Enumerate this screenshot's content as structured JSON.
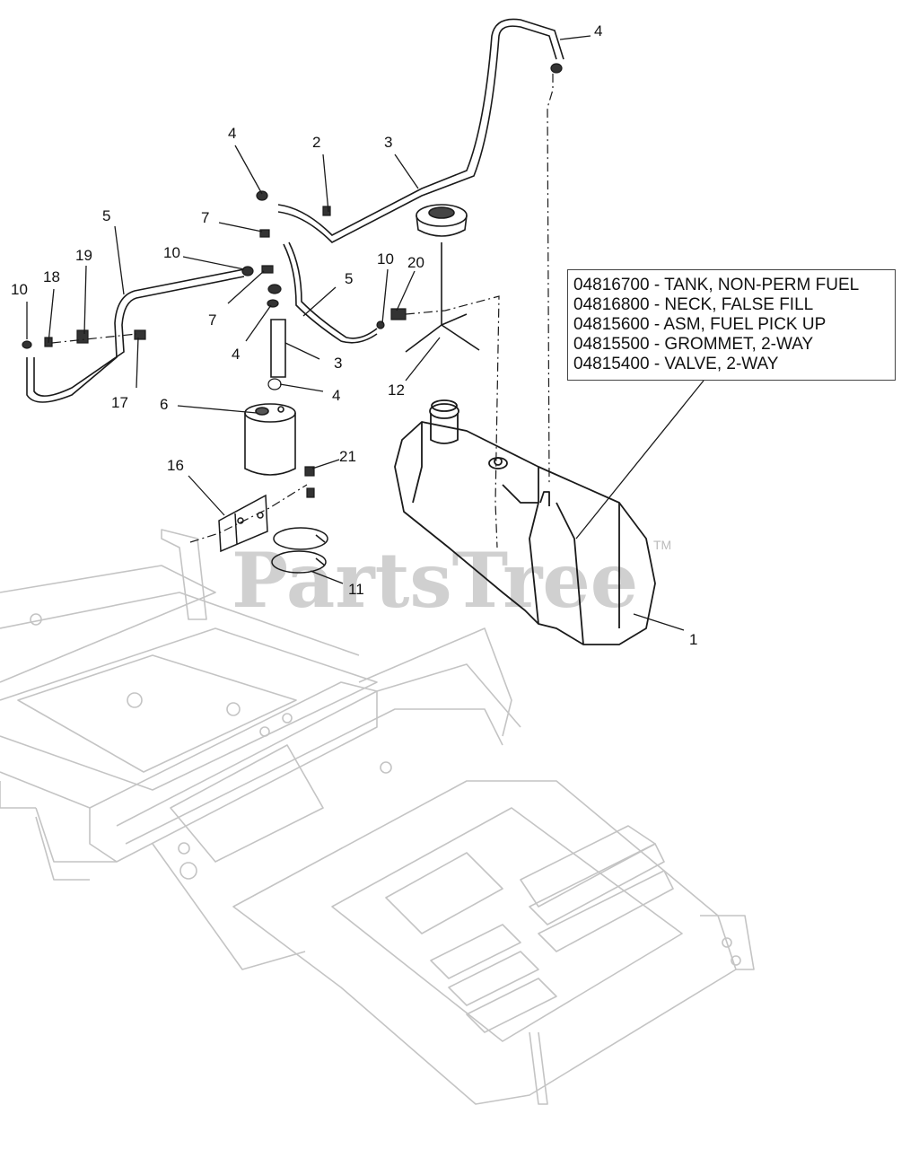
{
  "callouts": {
    "c1": "1",
    "c2": "2",
    "c3a": "3",
    "c3b": "3",
    "c4a": "4",
    "c4b": "4",
    "c4c": "4",
    "c4d": "4",
    "c5a": "5",
    "c5b": "5",
    "c6": "6",
    "c7a": "7",
    "c7b": "7",
    "c10a": "10",
    "c10b": "10",
    "c10c": "10",
    "c11": "11",
    "c12": "12",
    "c16": "16",
    "c17": "17",
    "c18": "18",
    "c19": "19",
    "c20": "20",
    "c21": "21"
  },
  "legend": [
    "04816700 - TANK, NON-PERM FUEL",
    "04816800 - NECK, FALSE FILL",
    "04815600 - ASM, FUEL PICK UP",
    "04815500 - GROMMET, 2-WAY",
    "04815400 - VALVE, 2-WAY"
  ],
  "watermark": {
    "text": "PartsTree",
    "tm": "TM"
  }
}
